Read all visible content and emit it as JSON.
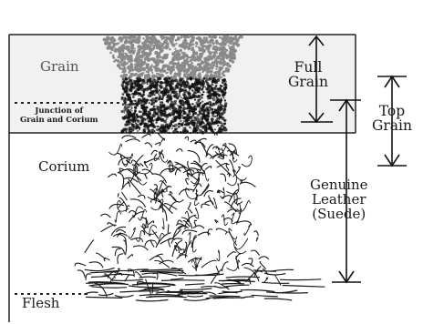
{
  "layers": {
    "grain": "Grain",
    "junction_line1": "Junction of",
    "junction_line2": "Grain and Corium",
    "corium": "Corium",
    "flesh": "Flesh"
  },
  "cuts": {
    "full_grain_line1": "Full",
    "full_grain_line2": "Grain",
    "top_grain_line1": "Top",
    "top_grain_line2": "Grain",
    "genuine_line1": "Genuine",
    "genuine_line2": "Leather",
    "genuine_line3": "(Suede)"
  },
  "colors": {
    "ink": "#1a1a1a",
    "grain_fill": "#f0f0f0",
    "dotted_grain": "#8a8a8a"
  }
}
